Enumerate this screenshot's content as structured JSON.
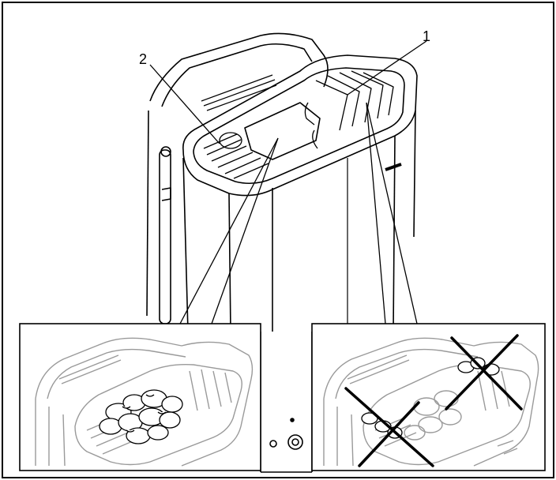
{
  "labels": {
    "callout_1": "1",
    "callout_2": "2"
  },
  "panels": {
    "left": {
      "state": "correct-stone-placement"
    },
    "right": {
      "state": "incorrect-stone-placement",
      "marker": "cross-out-x"
    }
  },
  "colors": {
    "line": "#000000",
    "detail_line": "#9a9a9a",
    "background": "#ffffff"
  }
}
